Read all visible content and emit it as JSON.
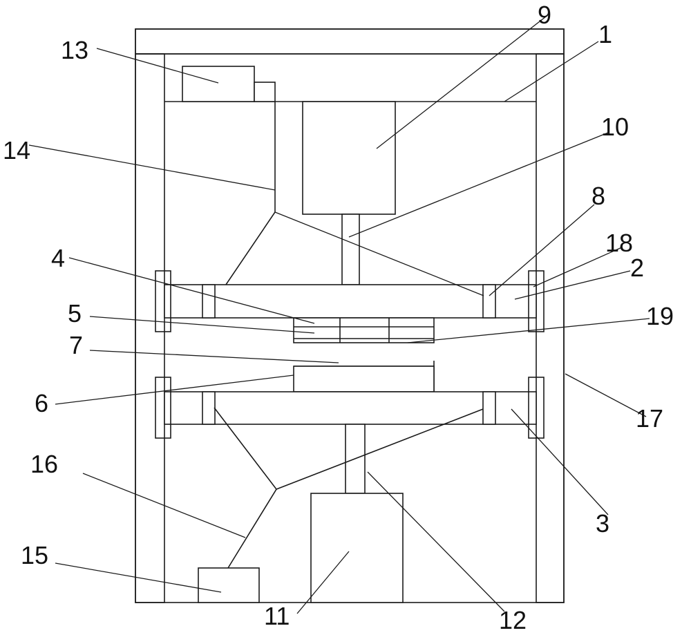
{
  "labels": {
    "l1": "1",
    "l2": "2",
    "l3": "3",
    "l4": "4",
    "l5": "5",
    "l6": "6",
    "l7": "7",
    "l8": "8",
    "l9": "9",
    "l10": "10",
    "l11": "11",
    "l12": "12",
    "l13": "13",
    "l14": "14",
    "l15": "15",
    "l16": "16",
    "l17": "17",
    "l18": "18",
    "l19": "19"
  },
  "colors": {
    "line": "#1a1a1a",
    "background": "#ffffff"
  }
}
